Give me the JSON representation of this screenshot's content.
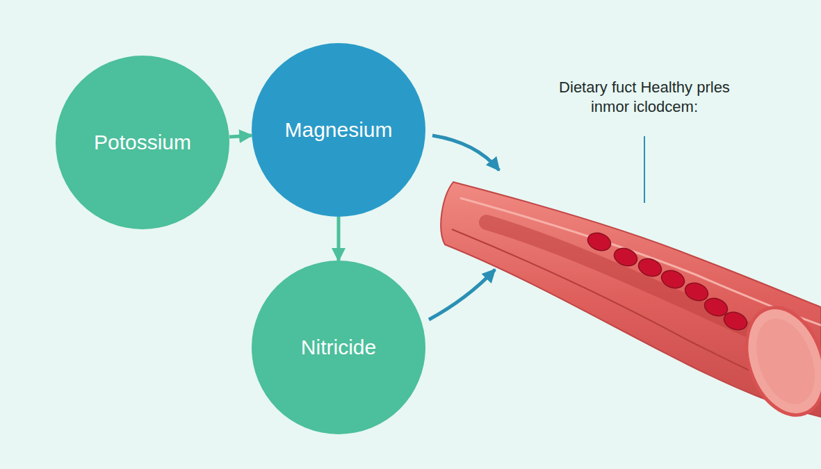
{
  "diagram": {
    "nodes": [
      {
        "text": [
          "Potossium"
        ]
      },
      {
        "text": [
          "Magnesium"
        ]
      },
      {
        "text": [
          "Nitricide"
        ]
      }
    ],
    "edges": [
      {
        "from": 0,
        "to": 1,
        "arrow": "to"
      },
      {
        "from": 1,
        "to": 2,
        "arrow": "to"
      }
    ],
    "labels": [
      "Dietary fuct Healthy prles inmor iclodcem:"
    ]
  }
}
